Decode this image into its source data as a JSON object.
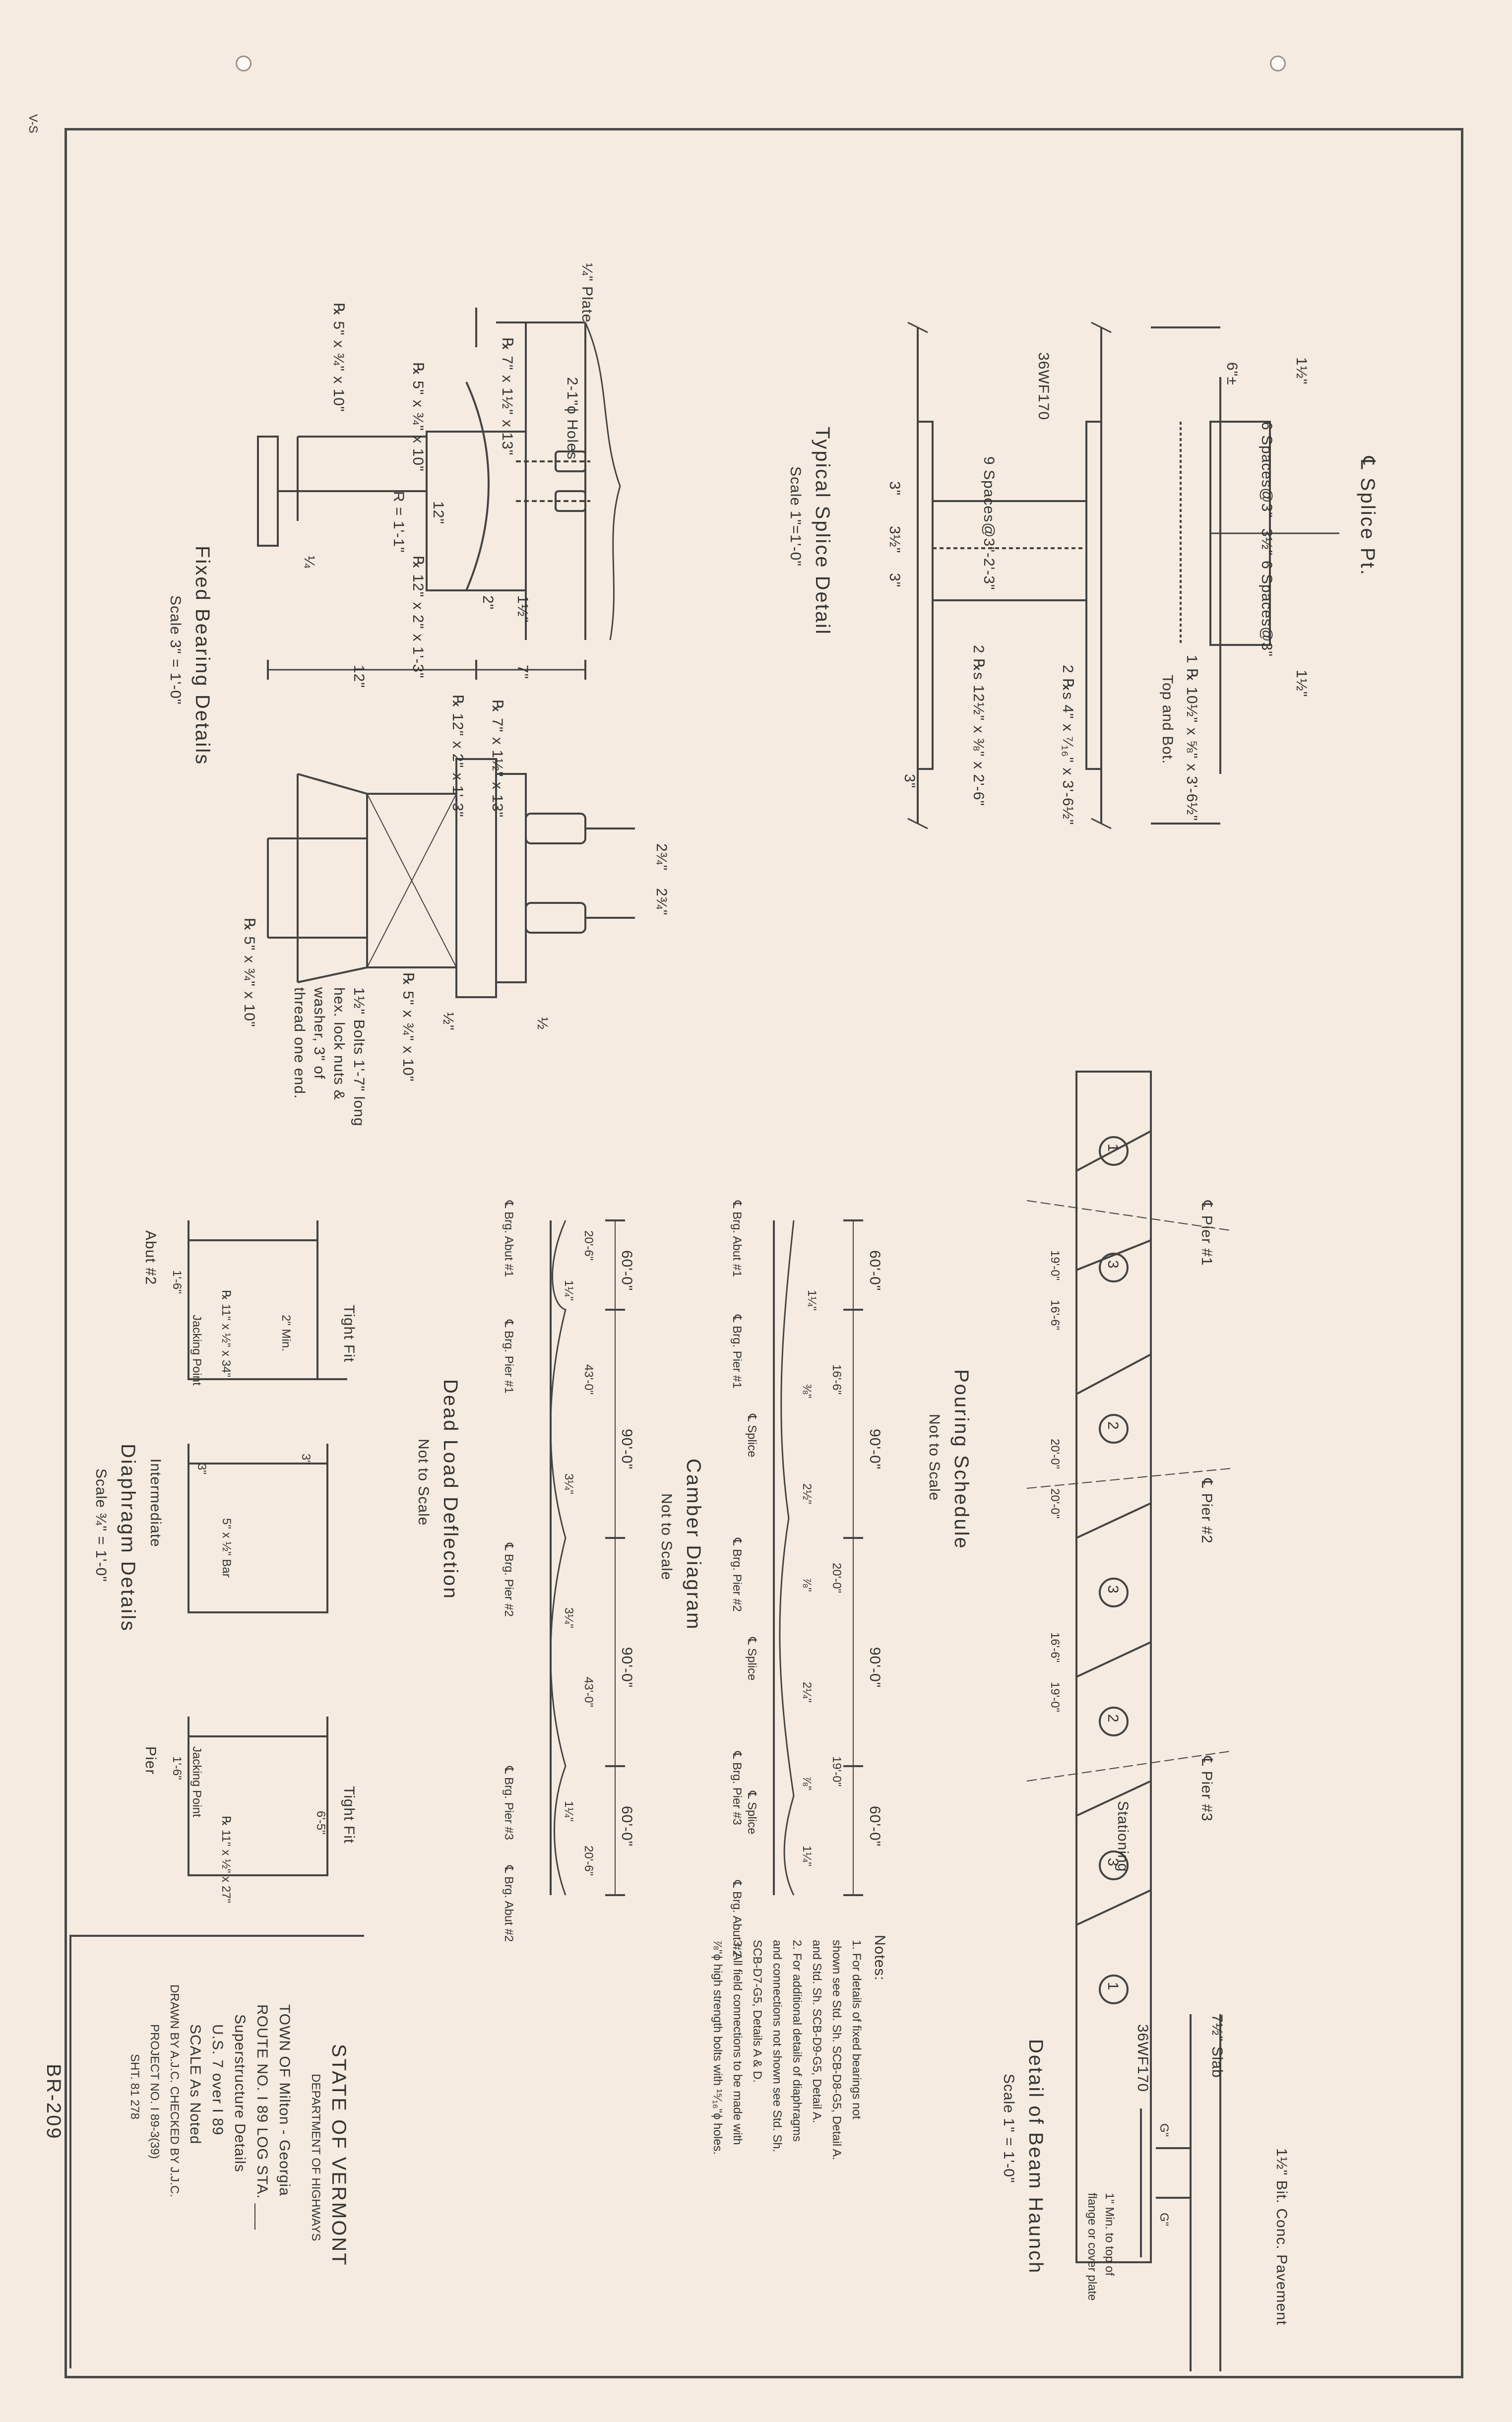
{
  "margin_mark": "V-S",
  "splice": {
    "label": "℄ Splice Pt.",
    "gusset": "6\"±",
    "edge": "1½\"",
    "spaces_a": "6 Spaces@3\"",
    "gap": "3½\"",
    "spaces_b": "6 Spaces@3\"",
    "edge2": "1½\"",
    "plate": "1 ℞ 10½\" x ⅝\" x 3'-6½\"",
    "plate_note": "Top and Bot."
  },
  "typical_splice": {
    "beam": "36WF170",
    "spaces": "9 Spaces@3\"-2'-3\"",
    "dim_3a": "3\"",
    "dim_3b": "3\"",
    "dim_3c": "3\"",
    "dim_mid": "3½\"",
    "plates1": "2 ℞s 12½\" x ⅜\" x 2'-6\"",
    "plates2": "2 ℞s 4\" x ⁷⁄₁₆\" x 3'-6½\"",
    "title": "Typical Splice Detail",
    "scale": "Scale 1\"=1'-0\""
  },
  "fixed_bearing": {
    "plate": "¼\" Plate",
    "holes": "2-1\"ϕ Holes",
    "p1": "℞ 5\" x ¾\" x 10\"",
    "p2": "℞ 7\" x 1½\" x 13\"",
    "p3": "℞ 5\" x ¾\" x 10\"",
    "radius": "R = 1'-1\"",
    "dim_12": "12\"",
    "p4": "℞ 12\" x 2\" x 1'-3\"",
    "dim_2": "2\"",
    "dim_1": "1½\"",
    "dim_12b": "12\"",
    "dim_7": "7\"",
    "weld": "¼",
    "p5": "℞ 12\" x 2\" x 1'-3\"",
    "p6": "℞ 7\" x 1½\" x 13\"",
    "dim_23a": "2¾\"",
    "dim_23b": "2¾\"",
    "p7": "℞ 5\" x ¾\" x 10\"",
    "p8": "℞ 5\" x ¾\" x 10\"",
    "bolts_1": "1½\" Bolts 1'-7\" long",
    "bolts_2": "hex. lock nuts &",
    "bolts_3": "washer, 3\" of",
    "bolts_4": "thread one end.",
    "dim_half": "½\"",
    "weld2": "½",
    "title": "Fixed Bearing Details",
    "scale": "Scale 3\" = 1'-0\""
  },
  "pouring": {
    "title": "Pouring Schedule",
    "scale": "Not to Scale",
    "pier1": "℄ Pier #1",
    "pier2": "℄ Pier #2",
    "pier3": "℄ Pier #3",
    "stationing": "Stationing",
    "segments": [
      "1",
      "3",
      "2",
      "3",
      "2",
      "3",
      "1"
    ],
    "dims": [
      "19'-0\"",
      "16'-6\"",
      "20'-0\"",
      "20'-0\"",
      "16'-6\"",
      "19'-0\""
    ]
  },
  "camber": {
    "title": "Camber Diagram",
    "scale": "Not to Scale",
    "spans": [
      "60'-0\"",
      "90'-0\"",
      "90'-0\"",
      "60'-0\""
    ],
    "labels": [
      "℄ Brg. Abut #1",
      "℄ Brg. Pier #1",
      "℄ Splice",
      "℄ Brg. Pier #2",
      "℄ Splice",
      "℄ Brg. Pier #3",
      "℄ Splice",
      "℄ Brg. Abut #2"
    ],
    "values": [
      "1¼\"",
      "16'-6\"",
      "⅜\"",
      "2½\"",
      "20'-0\"",
      "⅞\"",
      "2¼\"",
      "19'-0\"",
      "⅞\"",
      "1¼\""
    ]
  },
  "deflection": {
    "title": "Dead Load Deflection",
    "scale": "Not to Scale",
    "spans": [
      "60'-0\"",
      "90'-0\"",
      "90'-0\"",
      "60'-0\""
    ],
    "inner": [
      "20'-6\"",
      "43'-0\"",
      "43'-0\"",
      "20'-6\""
    ],
    "values": [
      "1¼\"",
      "3¼\"",
      "3¼\"",
      "1¼\""
    ],
    "labels": [
      "℄ Brg. Abut #1",
      "℄ Brg. Pier #1",
      "℄ Brg. Pier #2",
      "℄ Brg. Pier #3",
      "℄ Brg. Abut #2"
    ]
  },
  "diaphragm": {
    "title": "Diaphragm Details",
    "scale": "Scale ¾\" = 1'-0\"",
    "abut": "Abut #2",
    "intermediate": "Intermediate",
    "pier": "Pier",
    "tight1": "Tight Fit",
    "tight2": "Tight Fit",
    "p1": "℞ 11\" x ½\" x 34\"",
    "jack1": "Jacking Point",
    "jack2": "Jacking Point",
    "bar": "5\" x ½\" Bar",
    "p2": "℞ 11\" x ½\" x 27\"",
    "dim_16": "1'-6\"",
    "dim_3a": "3\"",
    "dim_3b": "3\"",
    "dim_2min": "2\" Min.",
    "dim_16b": "1'-6\"",
    "dim_65": "6'-5\""
  },
  "haunch": {
    "title": "Detail of Beam Haunch",
    "scale": "Scale 1\" = 1'-0\"",
    "slab": "7½\" Slab",
    "pavement": "1½\" Bit. Conc. Pavement",
    "beam": "36WF170",
    "dim_g1": "G\"",
    "dim_g2": "G\"",
    "note1": "1\" Min. to top of",
    "note2": "flange or cover plate"
  },
  "notes": {
    "heading": "Notes:",
    "lines": [
      "1. For details of fixed bearings not",
      "   shown see Std. Sh. SCB-D8-G5, Detail A.",
      "   and Std. Sh. SCB-D9-G5, Detail A.",
      "2. For additional details of diaphragms",
      "   and connections not shown see Std. Sh.",
      "   SCB-D7-G5, Details A & D.",
      "3. All field connections to be made with",
      "   ⅞\"ϕ high strength bolts with ¹⁵⁄₁₆\"ϕ holes."
    ]
  },
  "title_block": {
    "state": "STATE OF VERMONT",
    "dept": "DEPARTMENT OF HIGHWAYS",
    "town": "TOWN OF   Milton - Georgia",
    "route": "ROUTE NO. I 89   LOG STA. ___",
    "desc": "Superstructure Details",
    "over": "U.S. 7 over I 89",
    "scale": "SCALE  As Noted",
    "drawn": "DRAWN BY A.J.C.   CHECKED BY J.J.C.",
    "project": "PROJECT NO. I 89-3(39)",
    "sheet": "SHT. 81   278",
    "number": "BR-209"
  }
}
